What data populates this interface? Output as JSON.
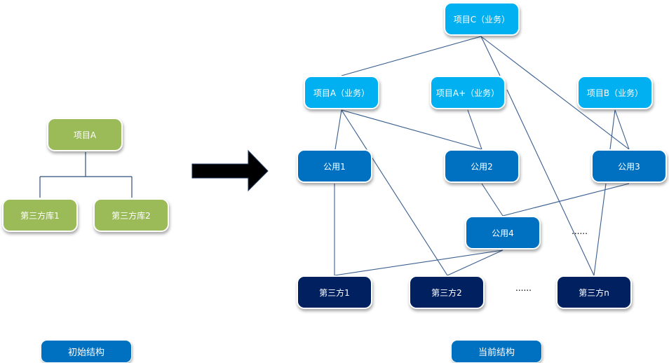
{
  "initial_structure": {
    "root": "项目A",
    "children": [
      "第三方库1",
      "第三方库2"
    ],
    "caption": "初始结构"
  },
  "arrow": "right-arrow",
  "current_structure": {
    "business": [
      "项目C（业务）",
      "项目A（业务）",
      "项目A+（业务）",
      "项目B（业务）"
    ],
    "common": [
      "公用1",
      "公用2",
      "公用3",
      "公用4"
    ],
    "third_party": [
      "第三方1",
      "第三方2",
      "第三方n"
    ],
    "ellipsis_common": "......",
    "ellipsis_third_party": "......",
    "caption": "当前结构",
    "edges": [
      [
        "项目C（业务）",
        "项目A（业务）"
      ],
      [
        "项目C（业务）",
        "项目A+（业务）"
      ],
      [
        "项目C（业务）",
        "公用3"
      ],
      [
        "项目A（业务）",
        "公用1"
      ],
      [
        "项目A（业务）",
        "公用2"
      ],
      [
        "项目A（业务）",
        "第三方2"
      ],
      [
        "项目A+（业务）",
        "公用2"
      ],
      [
        "项目A+（业务）",
        "第三方n"
      ],
      [
        "项目B（业务）",
        "公用3"
      ],
      [
        "公用1",
        "第三方1"
      ],
      [
        "公用2",
        "公用4"
      ],
      [
        "公用3",
        "公用4"
      ],
      [
        "公用3",
        "第三方n"
      ],
      [
        "公用4",
        "第三方1"
      ],
      [
        "公用4",
        "第三方2"
      ]
    ]
  },
  "colors": {
    "initial_node": "#9bbb59",
    "business_node": "#00b0f0",
    "common_node": "#0070c0",
    "third_party_node": "#002060",
    "caption_button": "#0070c0",
    "edge": "#3a5f8f"
  }
}
